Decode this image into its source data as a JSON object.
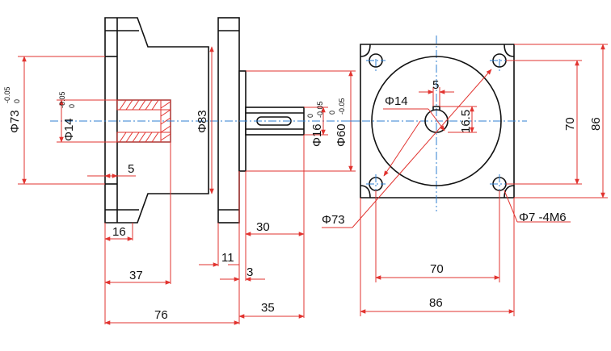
{
  "colors": {
    "object_lines": "#111111",
    "dimension_lines": "#e1332f",
    "center_lines": "#2f7fd2",
    "background": "#ffffff"
  },
  "side_view": {
    "dia_housing": "Φ73",
    "dia_housing_tol_upper": "-0.05",
    "dia_housing_tol_lower": "0",
    "dia_bore": "Φ14",
    "dia_bore_tol_upper": "-0.05",
    "dia_bore_tol_lower": "0",
    "dia_flange": "Φ83",
    "dia_shaft": "Φ16",
    "dia_shaft_tol_upper": "0",
    "dia_shaft_tol_lower": "-0.05",
    "dia_pilot": "Φ60",
    "dia_pilot_tol_upper": "0",
    "dia_pilot_tol_lower": "-0.05",
    "len_5": "5",
    "len_16": "16",
    "len_30": "30",
    "len_37": "37",
    "len_11": "11",
    "len_3": "3",
    "len_76": "76",
    "len_35": "35"
  },
  "front_view": {
    "dia_bore": "Φ14",
    "keyway_width": "5",
    "keyway_depth": "16.5",
    "bolt_circle": "Φ73",
    "holes": "Φ7 -4M6",
    "hole_spacing_v": "70",
    "square_v": "86",
    "hole_spacing_h": "70",
    "square_h": "86"
  }
}
